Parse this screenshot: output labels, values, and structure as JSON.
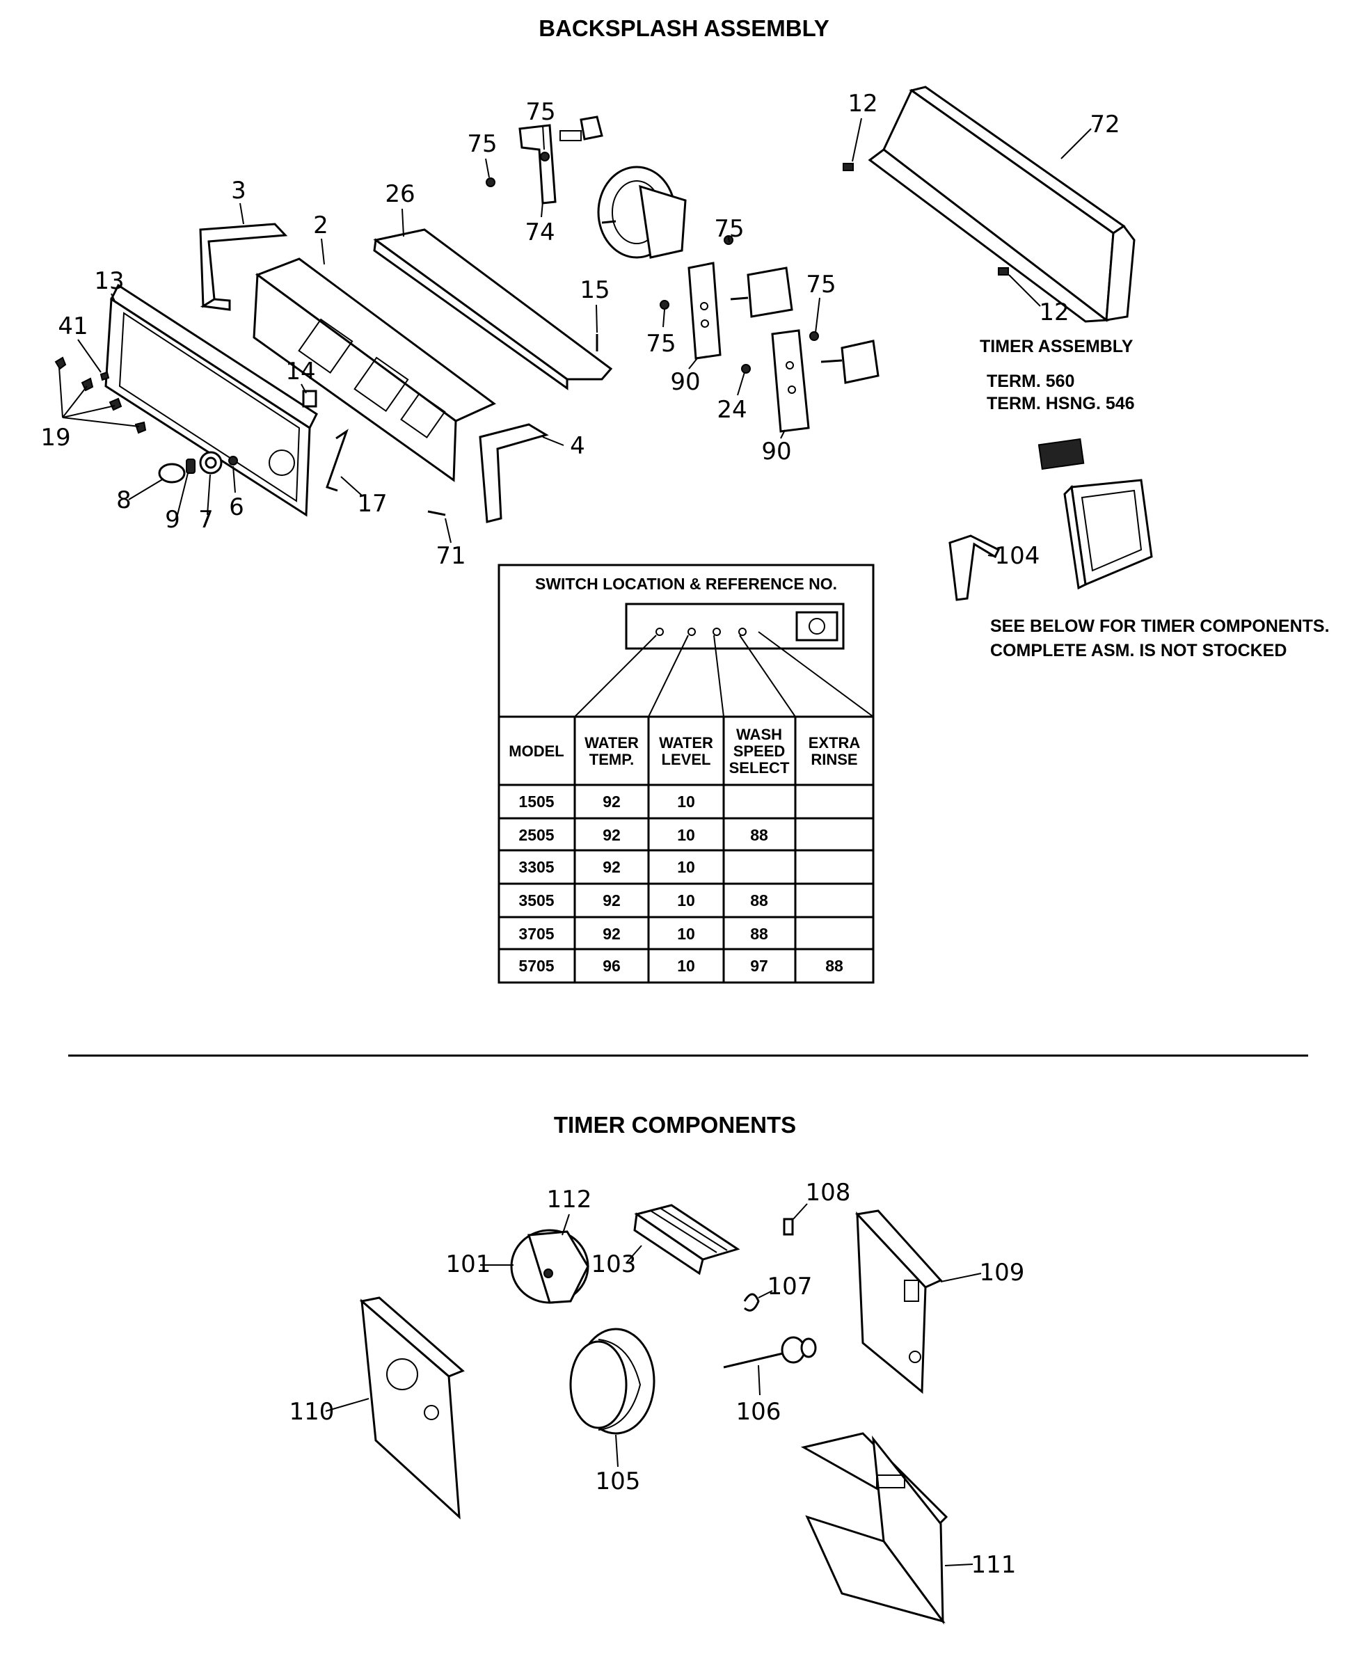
{
  "sections": {
    "backsplash_title": "BACKSPLASH ASSEMBLY",
    "timer_components_title": "TIMER COMPONENTS"
  },
  "timer_assembly": {
    "title": "TIMER ASSEMBLY",
    "term_line1": "TERM. 560",
    "term_line2": "TERM. HSNG. 546",
    "note_line1": "SEE BELOW FOR TIMER COMPONENTS.",
    "note_line2": "COMPLETE ASM. IS NOT STOCKED"
  },
  "switch_table": {
    "title": "SWITCH LOCATION & REFERENCE NO.",
    "headers": [
      [
        "MODEL"
      ],
      [
        "WATER",
        "TEMP."
      ],
      [
        "WATER",
        "LEVEL"
      ],
      [
        "WASH",
        "SPEED",
        "SELECT"
      ],
      [
        "EXTRA",
        "RINSE"
      ]
    ],
    "rows": [
      [
        "1505",
        "92",
        "10",
        "",
        ""
      ],
      [
        "2505",
        "92",
        "10",
        "88",
        ""
      ],
      [
        "3305",
        "92",
        "10",
        "",
        ""
      ],
      [
        "3505",
        "92",
        "10",
        "88",
        ""
      ],
      [
        "3705",
        "92",
        "10",
        "88",
        ""
      ],
      [
        "5705",
        "96",
        "10",
        "97",
        "88"
      ]
    ]
  },
  "callouts": {
    "c75a": "75",
    "c75b": "75",
    "c75c": "75",
    "c75d": "75",
    "c75e": "75",
    "c74": "74",
    "c12a": "12",
    "c12b": "12",
    "c72": "72",
    "c3": "3",
    "c26": "26",
    "c2": "2",
    "c13": "13",
    "c15": "15",
    "c41": "41",
    "c19": "19",
    "c14": "14",
    "c90a": "90",
    "c90b": "90",
    "c24": "24",
    "c4": "4",
    "c8": "8",
    "c9": "9",
    "c7": "7",
    "c6": "6",
    "c17": "17",
    "c71": "71",
    "c104": "104",
    "c112": "112",
    "c101": "101",
    "c103": "103",
    "c108": "108",
    "c109": "109",
    "c107": "107",
    "c110": "110",
    "c106": "106",
    "c105": "105",
    "c111": "111"
  }
}
